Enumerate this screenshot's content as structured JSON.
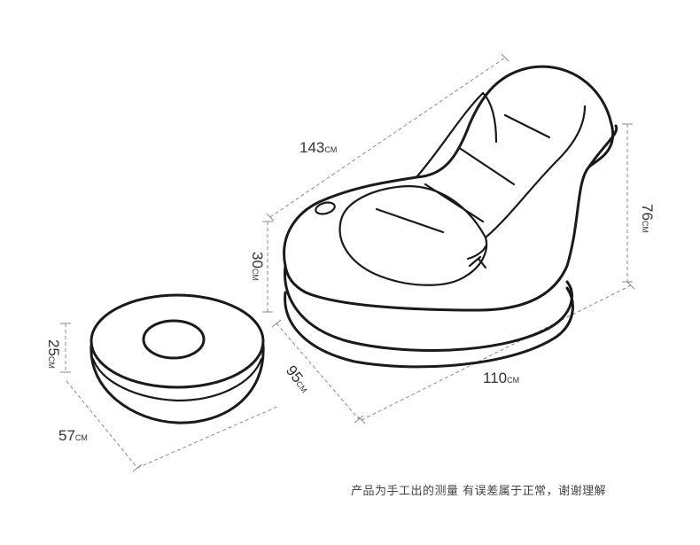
{
  "dimensions": {
    "chair_length": {
      "value": "143",
      "unit": "CM"
    },
    "chair_height": {
      "value": "76",
      "unit": "CM"
    },
    "base_height": {
      "value": "30",
      "unit": "CM"
    },
    "chair_depth": {
      "value": "95",
      "unit": "CM"
    },
    "chair_width": {
      "value": "110",
      "unit": "CM"
    },
    "ottoman_height": {
      "value": "25",
      "unit": "CM"
    },
    "ottoman_diameter": {
      "value": "57",
      "unit": "CM"
    }
  },
  "note": "产品为手工出的测量  有误差属于正常，谢谢理解"
}
